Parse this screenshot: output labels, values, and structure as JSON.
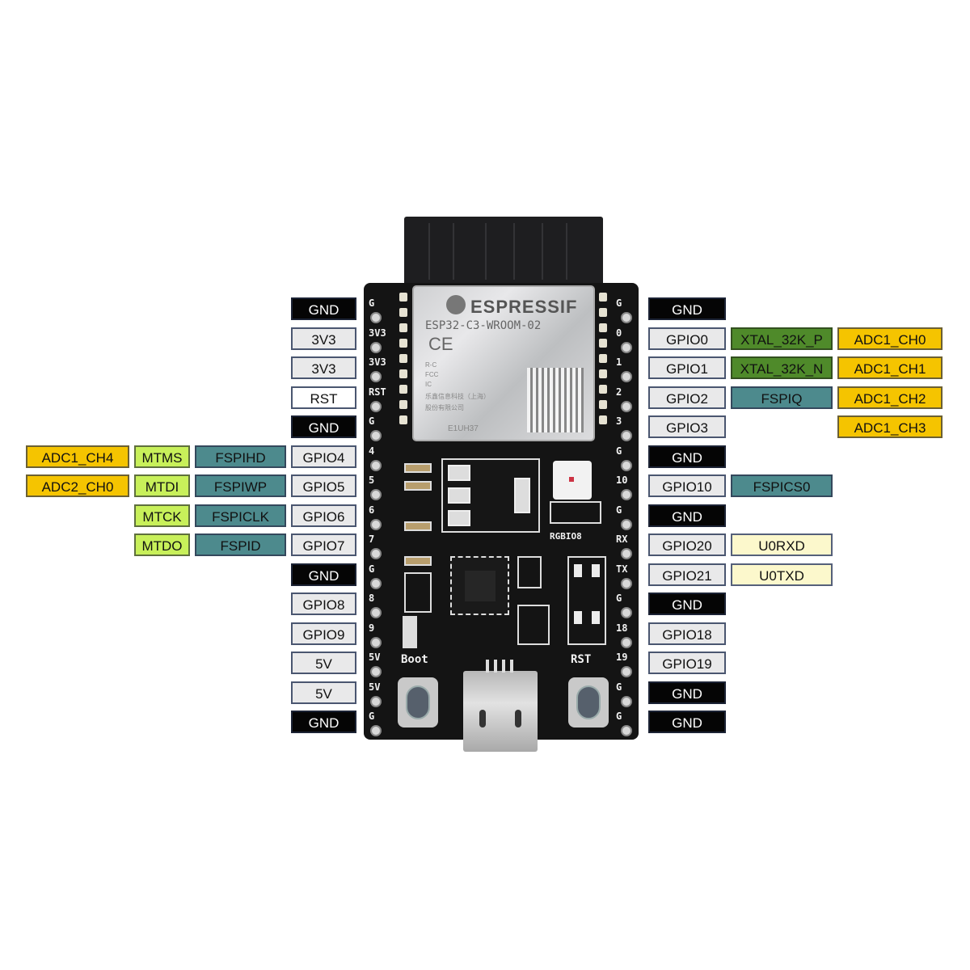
{
  "title": "ESP32-C3 DevKitM Pinout",
  "module": {
    "brand": "ESPRESSIF",
    "model": "ESP32-C3-WROOM-02",
    "cert_mark": "CE",
    "small_text": [
      "R-C",
      "FCC",
      "IC",
      "乐鑫信息科技（上海）",
      "股份有限公司"
    ],
    "id_mark": "E1UH37"
  },
  "board": {
    "silkscreen_left": [
      "G",
      "3V3",
      "3V3",
      "RST",
      "G",
      "4",
      "5",
      "6",
      "7",
      "G",
      "8",
      "9",
      "5V",
      "5V",
      "G"
    ],
    "silkscreen_right": [
      "G",
      "0",
      "1",
      "2",
      "3",
      "G",
      "10",
      "G",
      "RX",
      "TX",
      "G",
      "18",
      "19",
      "G",
      "G"
    ],
    "led_label": "RGBIO8",
    "boot_label": "Boot",
    "rst_label": "RST"
  },
  "left_pins": [
    {
      "pin": "GND",
      "type": "gnd"
    },
    {
      "pin": "3V3",
      "type": "pin"
    },
    {
      "pin": "3V3",
      "type": "pin"
    },
    {
      "pin": "RST",
      "type": "rst"
    },
    {
      "pin": "GND",
      "type": "gnd"
    },
    {
      "pin": "GPIO4",
      "type": "pin",
      "fspi": "FSPIHD",
      "jtag": "MTMS",
      "adc": "ADC1_CH4"
    },
    {
      "pin": "GPIO5",
      "type": "pin",
      "fspi": "FSPIWP",
      "jtag": "MTDI",
      "adc": "ADC2_CH0"
    },
    {
      "pin": "GPIO6",
      "type": "pin",
      "fspi": "FSPICLK",
      "jtag": "MTCK"
    },
    {
      "pin": "GPIO7",
      "type": "pin",
      "fspi": "FSPID",
      "jtag": "MTDO"
    },
    {
      "pin": "GND",
      "type": "gnd"
    },
    {
      "pin": "GPIO8",
      "type": "pin"
    },
    {
      "pin": "GPIO9",
      "type": "pin"
    },
    {
      "pin": "5V",
      "type": "pin"
    },
    {
      "pin": "5V",
      "type": "pin"
    },
    {
      "pin": "GND",
      "type": "gnd"
    }
  ],
  "right_pins": [
    {
      "pin": "GND",
      "type": "gnd"
    },
    {
      "pin": "GPIO0",
      "type": "pin",
      "func1": "XTAL_32K_P",
      "func1_type": "xtal",
      "adc": "ADC1_CH0"
    },
    {
      "pin": "GPIO1",
      "type": "pin",
      "func1": "XTAL_32K_N",
      "func1_type": "xtal",
      "adc": "ADC1_CH1"
    },
    {
      "pin": "GPIO2",
      "type": "pin",
      "func1": "FSPIQ",
      "func1_type": "fspi",
      "adc": "ADC1_CH2"
    },
    {
      "pin": "GPIO3",
      "type": "pin",
      "adc": "ADC1_CH3"
    },
    {
      "pin": "GND",
      "type": "gnd"
    },
    {
      "pin": "GPIO10",
      "type": "pin",
      "func1": "FSPICS0",
      "func1_type": "fspi"
    },
    {
      "pin": "GND",
      "type": "gnd"
    },
    {
      "pin": "GPIO20",
      "type": "pin",
      "func1": "U0RXD",
      "func1_type": "uart"
    },
    {
      "pin": "GPIO21",
      "type": "pin",
      "func1": "U0TXD",
      "func1_type": "uart"
    },
    {
      "pin": "GND",
      "type": "gnd"
    },
    {
      "pin": "GPIO18",
      "type": "pin"
    },
    {
      "pin": "GPIO19",
      "type": "pin"
    },
    {
      "pin": "GND",
      "type": "gnd"
    },
    {
      "pin": "GND",
      "type": "gnd"
    }
  ],
  "colors": {
    "gnd": "#050505",
    "pin": "#e9e9ea",
    "adc": "#f5c400",
    "jtag": "#c8f05a",
    "fspi": "#4d8a8d",
    "xtal": "#4f8a2a",
    "uart": "#fcf8cc"
  }
}
